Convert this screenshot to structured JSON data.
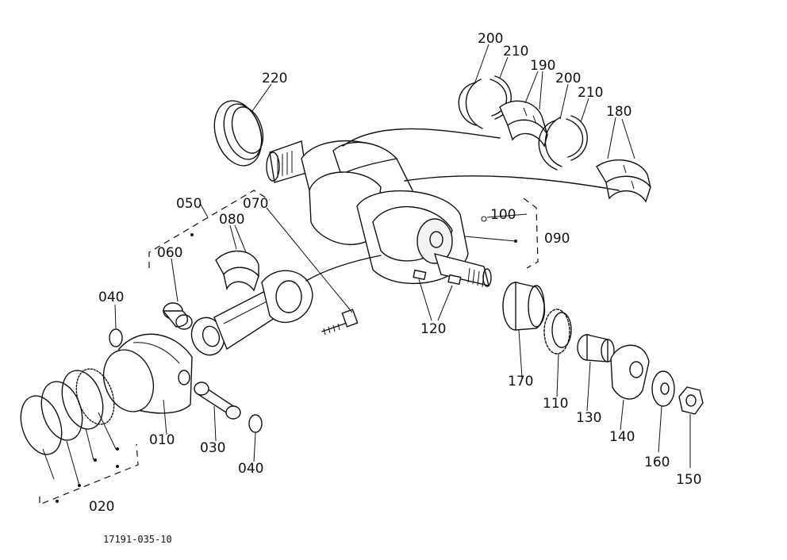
{
  "diagram": {
    "drawing_code": "17191-035-10",
    "callouts": [
      {
        "id": "200a",
        "text": "200"
      },
      {
        "id": "210a",
        "text": "210"
      },
      {
        "id": "190",
        "text": "190"
      },
      {
        "id": "200b",
        "text": "200"
      },
      {
        "id": "210b",
        "text": "210"
      },
      {
        "id": "180",
        "text": "180"
      },
      {
        "id": "220",
        "text": "220"
      },
      {
        "id": "050",
        "text": "050"
      },
      {
        "id": "070",
        "text": "070"
      },
      {
        "id": "080",
        "text": "080"
      },
      {
        "id": "100",
        "text": "100"
      },
      {
        "id": "090",
        "text": "090"
      },
      {
        "id": "060",
        "text": "060"
      },
      {
        "id": "040a",
        "text": "040"
      },
      {
        "id": "120",
        "text": "120"
      },
      {
        "id": "170",
        "text": "170"
      },
      {
        "id": "110",
        "text": "110"
      },
      {
        "id": "130",
        "text": "130"
      },
      {
        "id": "140",
        "text": "140"
      },
      {
        "id": "160",
        "text": "160"
      },
      {
        "id": "150",
        "text": "150"
      },
      {
        "id": "010",
        "text": "010"
      },
      {
        "id": "030",
        "text": "030"
      },
      {
        "id": "040b",
        "text": "040"
      },
      {
        "id": "020",
        "text": "020"
      }
    ]
  }
}
